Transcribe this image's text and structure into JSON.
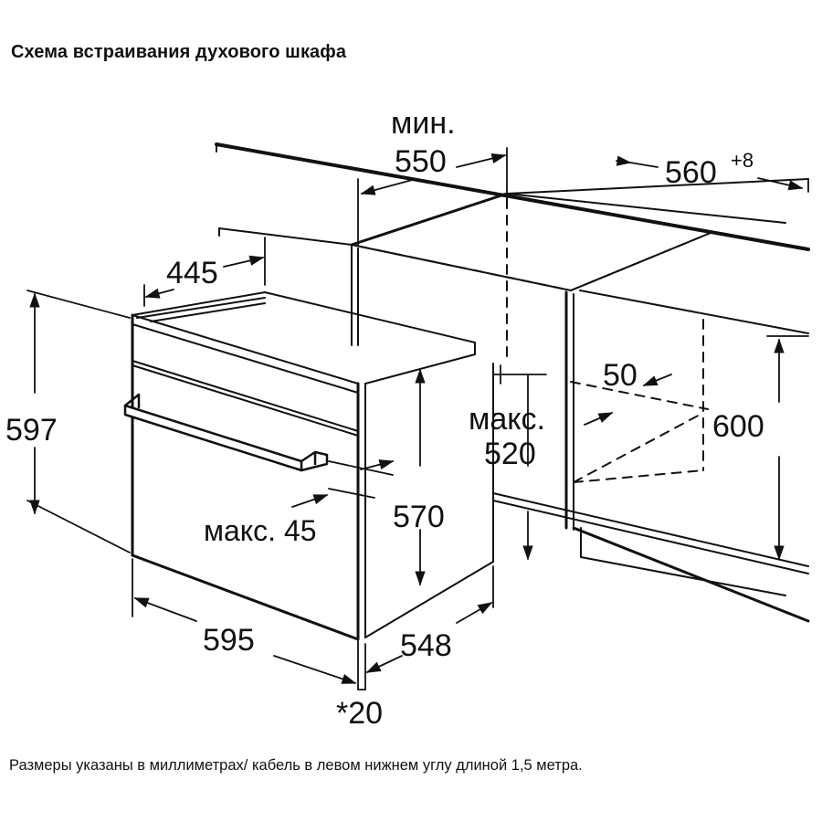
{
  "title": "Схема встраивания духового шкафа",
  "footnote": "Размеры указаны в миллиметрах/ кабель в левом нижнем углу длиной 1,5 метра.",
  "dimensions": {
    "min_label": "мин.",
    "depth_min": "550",
    "niche_width": "560",
    "niche_width_tol": "+8",
    "depth_top": "445",
    "total_height": "597",
    "vent_max_label": "макс.",
    "vent_max": "520",
    "vent_gap": "50",
    "niche_height": "600",
    "body_height": "570",
    "panel_max": "макс. 45",
    "width": "595",
    "body_depth": "548",
    "front_offset": "*20"
  }
}
